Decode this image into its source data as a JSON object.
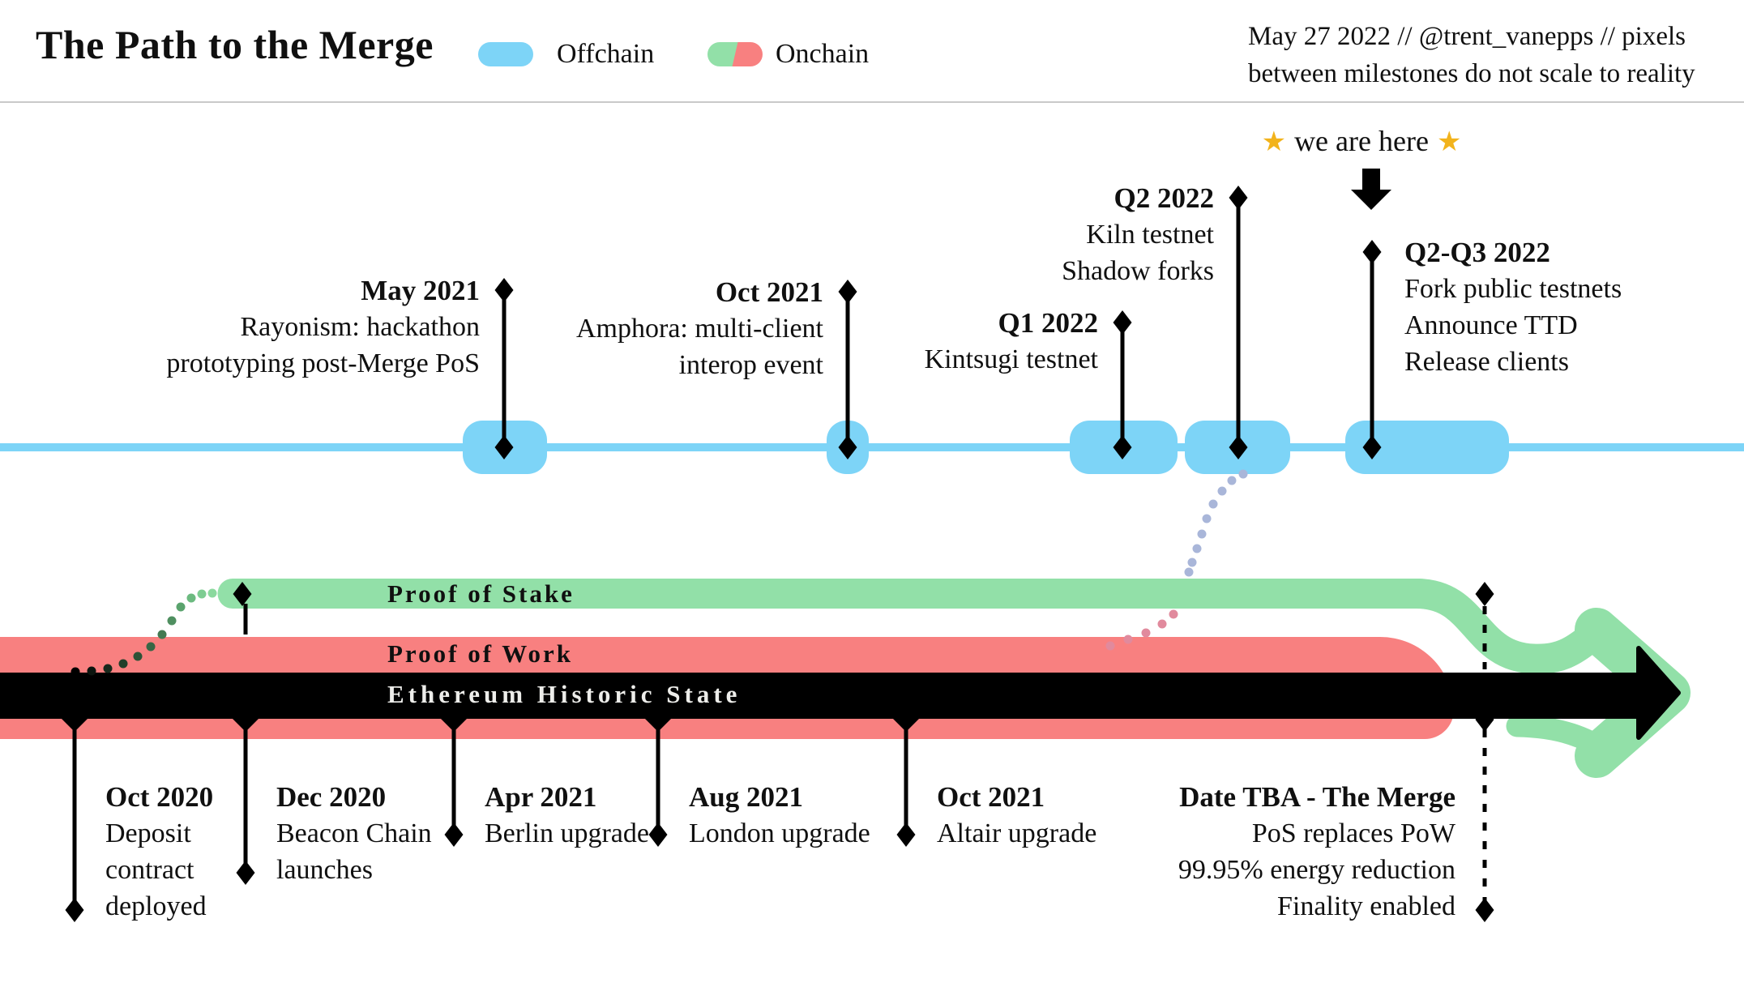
{
  "header": {
    "title": "The Path to the Merge",
    "legend": [
      {
        "label": "Offchain",
        "swatch": "blue-pill"
      },
      {
        "label": "Onchain",
        "swatch": "green-red-split-pill"
      }
    ],
    "note_lines": [
      "May 27 2022 // @trent_vanepps // pixels",
      "between milestones do not scale to reality"
    ]
  },
  "we_are_here": {
    "label": "we are here",
    "star_icon": "★"
  },
  "offchain_milestones": [
    {
      "heading": "May 2021",
      "lines": [
        "Rayonism: hackathon",
        "prototyping post-Merge PoS"
      ]
    },
    {
      "heading": "Oct 2021",
      "lines": [
        "Amphora: multi-client",
        "interop event"
      ]
    },
    {
      "heading": "Q1 2022",
      "lines": [
        "Kintsugi testnet"
      ]
    },
    {
      "heading": "Q2 2022",
      "lines": [
        "Kiln testnet",
        "Shadow forks"
      ]
    },
    {
      "heading": "Q2-Q3 2022",
      "lines": [
        "Fork public testnets",
        "Announce TTD",
        "Release clients"
      ]
    }
  ],
  "bands": {
    "proof_of_stake": "Proof of Stake",
    "proof_of_work": "Proof of Work",
    "historic_state": "Ethereum Historic State"
  },
  "onchain_milestones": [
    {
      "heading": "Oct 2020",
      "lines": [
        "Deposit",
        "contract",
        "deployed"
      ]
    },
    {
      "heading": "Dec 2020",
      "lines": [
        "Beacon Chain",
        "launches"
      ]
    },
    {
      "heading": "Apr 2021",
      "lines": [
        "Berlin upgrade"
      ]
    },
    {
      "heading": "Aug 2021",
      "lines": [
        "London upgrade"
      ]
    },
    {
      "heading": "Oct 2021",
      "lines": [
        "Altair upgrade"
      ]
    },
    {
      "heading": "Date TBA - The Merge",
      "lines": [
        "PoS replaces PoW",
        "99.95% energy reduction",
        "Finality enabled"
      ]
    }
  ],
  "colors": {
    "blue": "#7dd4f7",
    "green": "#92e0a8",
    "red": "#f88080",
    "blue-dot": "#a9b6d9",
    "pink-dot": "#e18a9d",
    "star": "#f2b31c",
    "divider": "#c9c9c9"
  }
}
